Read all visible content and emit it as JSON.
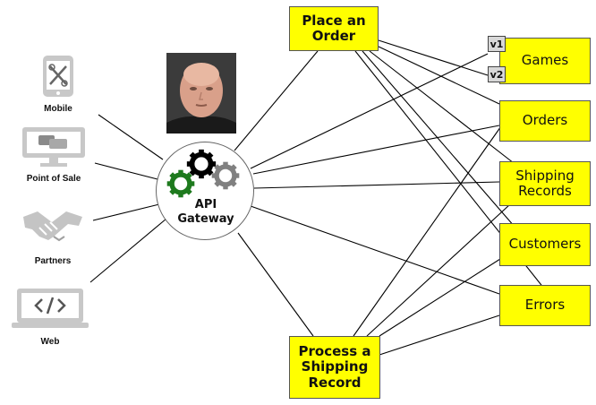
{
  "clients": [
    {
      "id": "mobile",
      "label": "Mobile",
      "icon": "mobile-phone-icon"
    },
    {
      "id": "pos",
      "label": "Point of Sale",
      "icon": "point-of-sale-monitor-icon"
    },
    {
      "id": "partners",
      "label": "Partners",
      "icon": "handshake-icon"
    },
    {
      "id": "web",
      "label": "Web",
      "icon": "code-window-icon"
    }
  ],
  "gateway": {
    "label_line1": "API",
    "label_line2": "Gateway",
    "icon": "gears-icon",
    "gear_colors": {
      "black": "#000000",
      "gray": "#808080",
      "green": "#1e7a1e"
    }
  },
  "photo": {
    "icon": "person-photo"
  },
  "processes": {
    "place_order": {
      "line1": "Place an",
      "line2": "Order"
    },
    "shipping_record": {
      "line1": "Process a",
      "line2": "Shipping",
      "line3": "Record"
    }
  },
  "resources": {
    "games": "Games",
    "orders": "Orders",
    "shipping_line1": "Shipping",
    "shipping_line2": "Records",
    "customers": "Customers",
    "errors": "Errors"
  },
  "versions": {
    "v1": "v1",
    "v2": "v2"
  },
  "colors": {
    "box_fill": "#ffff00",
    "box_border": "#555555",
    "line": "#000000",
    "version_fill": "#d8d8d8"
  }
}
